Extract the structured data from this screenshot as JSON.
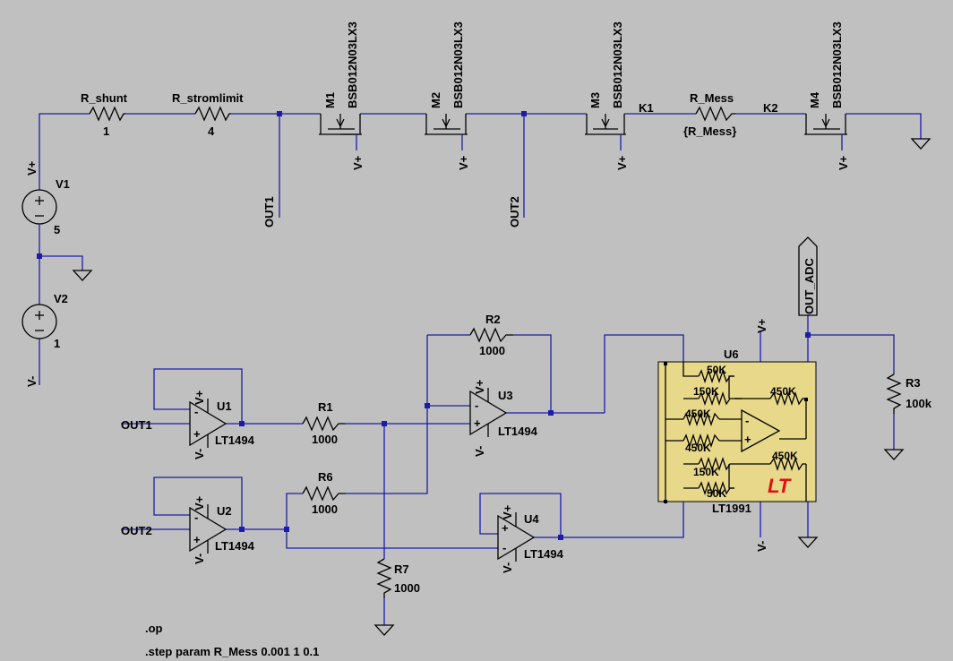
{
  "labels": {
    "r_shunt": "R_shunt",
    "r_shunt_val": "1",
    "r_strom": "R_stromlimit",
    "r_strom_val": "4",
    "m1": "M1",
    "m2": "M2",
    "m3": "M3",
    "m4": "M4",
    "m_model": "BSB012N03LX3",
    "k1": "K1",
    "k2": "K2",
    "r_mess": "R_Mess",
    "r_mess_val": "{R_Mess}",
    "vplus": "V+",
    "vminus": "V-",
    "v1": "V1",
    "v1_val": "5",
    "v2": "V2",
    "v2_val": "1",
    "out1": "OUT1",
    "out2": "OUT2",
    "out_adc": "OUT_ADC",
    "u1": "U1",
    "u2": "U2",
    "u3": "U3",
    "u4": "U4",
    "u6": "U6",
    "opamp_model": "LT1494",
    "u6_model": "LT1991",
    "r1": "R1",
    "r2": "R2",
    "r6": "R6",
    "r7": "R7",
    "r3": "R3",
    "r1000": "1000",
    "r3_val": "100k",
    "r50k": "50K",
    "r150k": "150K",
    "r450k": "450K",
    "plus": "+",
    "minus": "-",
    "lt_logo": "LT"
  },
  "directives": {
    "op": ".op",
    "step": ".step param R_Mess 0.001 1 0.1"
  },
  "colors": {
    "background": "#c0c0c0",
    "wire": "#1c1ca8",
    "component": "#000000",
    "lt1991_box": "#e8d88a",
    "logo": "#e01010"
  }
}
